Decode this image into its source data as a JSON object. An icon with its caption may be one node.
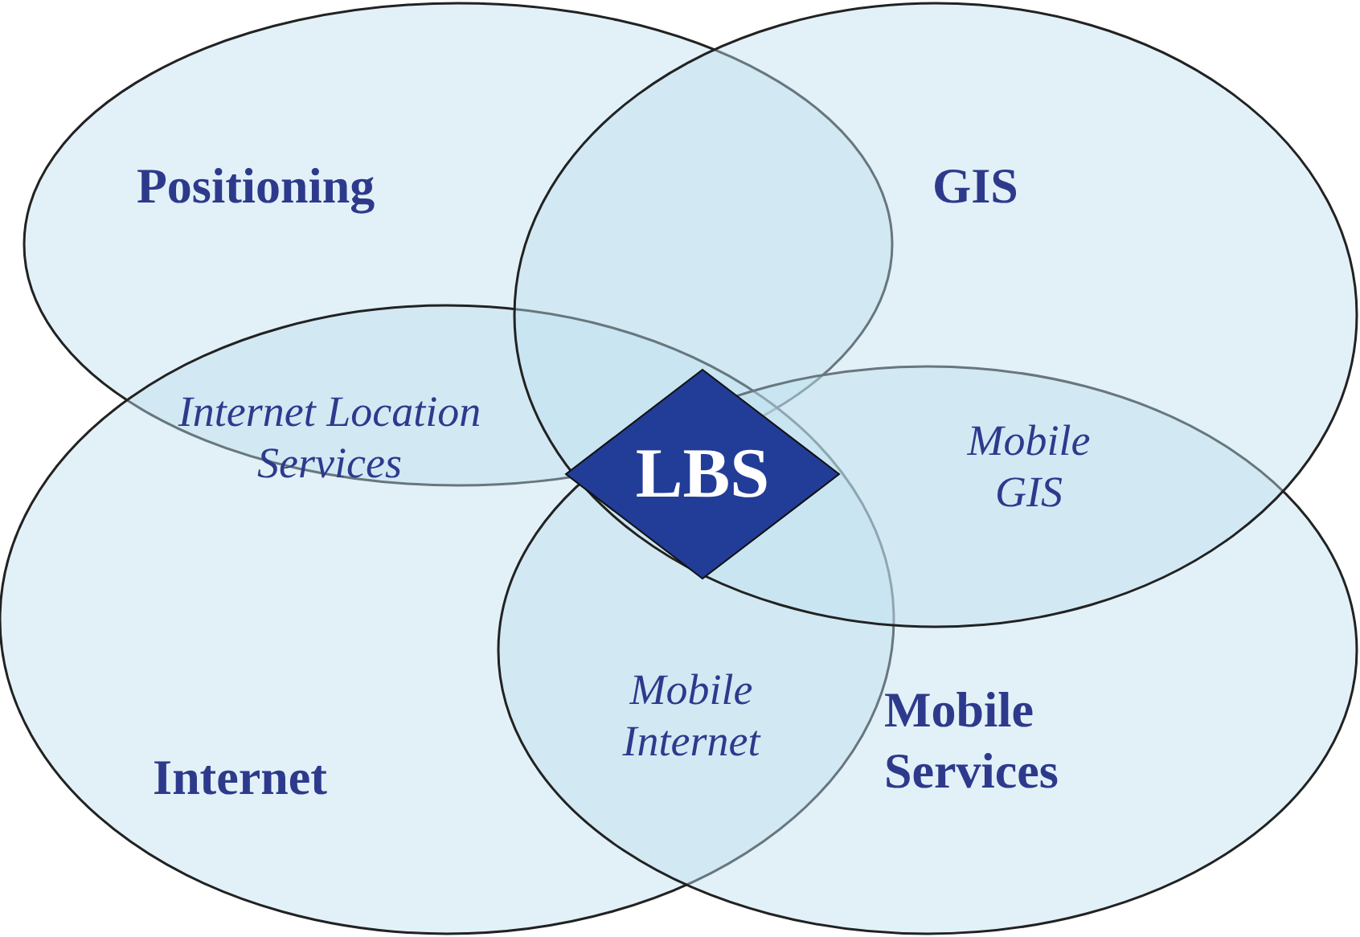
{
  "diagram": {
    "nodes": [
      {
        "text": [
          "Positioning"
        ]
      },
      {
        "text": [
          "GIS"
        ]
      },
      {
        "text": [
          "Internet"
        ]
      },
      {
        "text": [
          "Mobile Services"
        ]
      },
      {
        "text": [
          "LBS"
        ]
      }
    ],
    "edges": [],
    "labels": [
      "Internet Location Services",
      "Mobile GIS",
      "Mobile Internet"
    ]
  }
}
